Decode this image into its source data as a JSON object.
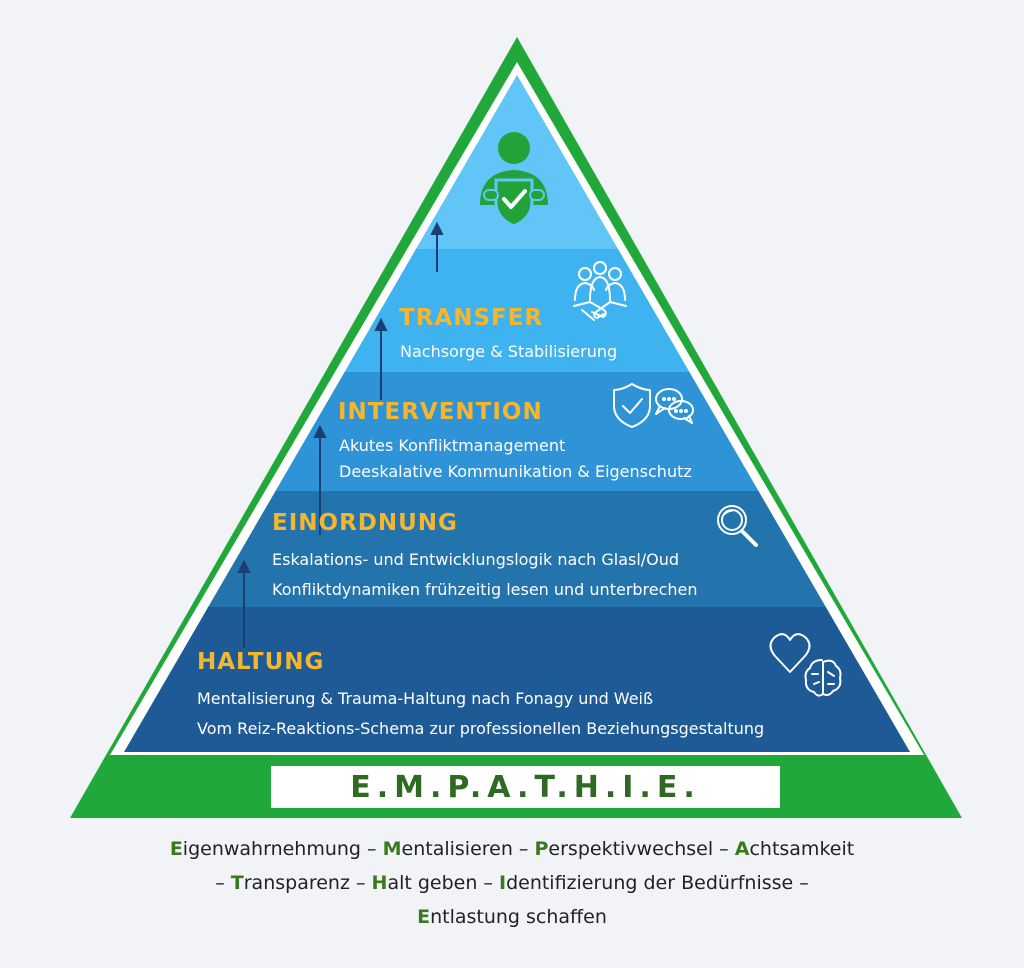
{
  "colors": {
    "frame_green": "#20a93a",
    "tier_top": "#62c5f7",
    "tier_transfer": "#3eb3f0",
    "tier_intervention": "#2f93d8",
    "tier_einordnung": "#2373ad",
    "tier_haltung": "#1d5a96",
    "title_accent": "#f5b62f",
    "word_green": "#2f6a22",
    "initial_green": "#3a7a1f",
    "background": "#f1f3f6"
  },
  "icons": {
    "apex": "person-shield-check-icon",
    "transfer": "team-handshake-icon",
    "intervention": "shield-check-chat-icon",
    "einordnung": "magnifier-icon",
    "haltung": "heart-brain-icon"
  },
  "layers": {
    "transfer": {
      "title": "TRANSFER",
      "lines": [
        "Nachsorge & Stabilisierung"
      ]
    },
    "intervention": {
      "title": "INTERVENTION",
      "lines": [
        "Akutes Konfliktmanagement",
        "Deeskalative Kommunikation & Eigenschutz"
      ]
    },
    "einordnung": {
      "title": "EINORDNUNG",
      "lines": [
        "Eskalations- und Entwicklungslogik nach Glasl/Oud",
        "Konfliktdynamiken frühzeitig lesen und unterbrechen"
      ]
    },
    "haltung": {
      "title": "HALTUNG",
      "lines": [
        "Mentalisierung & Trauma-Haltung nach Fonagy und Weiß",
        "Vom Reiz-Reaktions-Schema zur professionellen Beziehungsgestaltung"
      ]
    }
  },
  "acronym": "E.M.P.A.T.H.I.E.",
  "legend": {
    "items": [
      {
        "initial": "E",
        "rest": "igenwahrnehmung"
      },
      {
        "initial": "M",
        "rest": "entalisieren"
      },
      {
        "initial": "P",
        "rest": "erspektivwechsel"
      },
      {
        "initial": "A",
        "rest": "chtsamkeit"
      },
      {
        "initial": "T",
        "rest": "ransparenz"
      },
      {
        "initial": "H",
        "rest": "alt geben"
      },
      {
        "initial": "I",
        "rest": "dentifizierung der Bedürfnisse"
      },
      {
        "initial": "E",
        "rest": "ntlastung schaffen"
      }
    ],
    "separator": " – "
  }
}
